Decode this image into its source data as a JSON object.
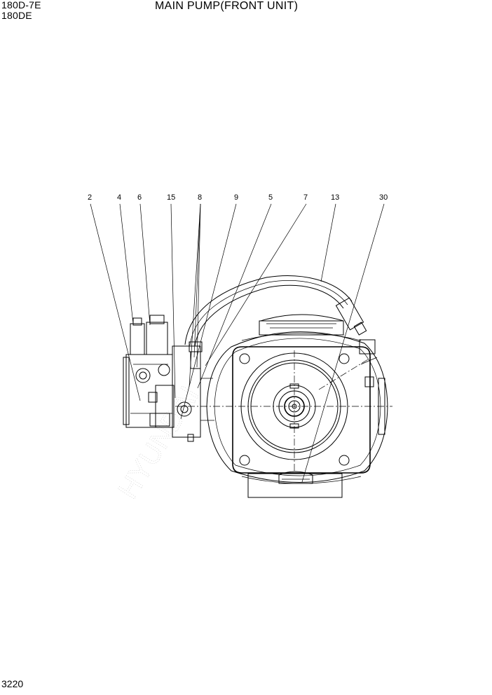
{
  "header": {
    "model_line_1": "180D-7E",
    "model_line_2": "180DE",
    "title": "MAIN PUMP(FRONT UNIT)"
  },
  "footer": {
    "page_number": "3220"
  },
  "callouts": [
    {
      "id": "c2",
      "label": "2"
    },
    {
      "id": "c4",
      "label": "4"
    },
    {
      "id": "c6",
      "label": "6"
    },
    {
      "id": "c15",
      "label": "15"
    },
    {
      "id": "c8",
      "label": "8"
    },
    {
      "id": "c9",
      "label": "9"
    },
    {
      "id": "c5",
      "label": "5"
    },
    {
      "id": "c7",
      "label": "7"
    },
    {
      "id": "c13",
      "label": "13"
    },
    {
      "id": "c30",
      "label": "30"
    }
  ]
}
